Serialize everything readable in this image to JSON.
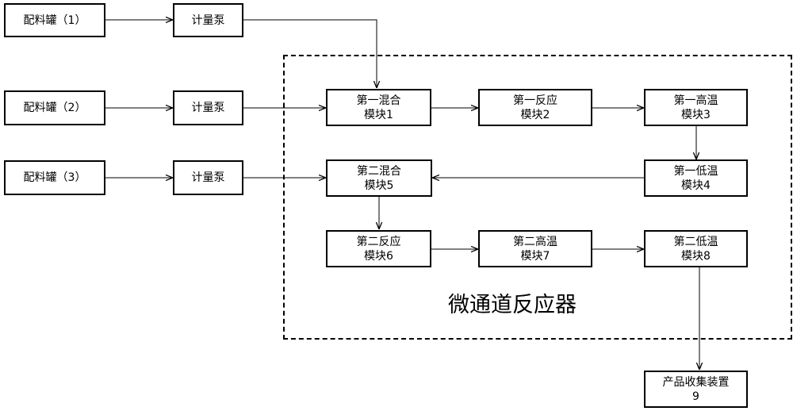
{
  "tanks": [
    {
      "label": "配料罐（1）"
    },
    {
      "label": "配料罐（2）"
    },
    {
      "label": "配料罐（3）"
    }
  ],
  "pumps": [
    {
      "label": "计量泵"
    },
    {
      "label": "计量泵"
    },
    {
      "label": "计量泵"
    }
  ],
  "modules": {
    "m1": {
      "line1": "第一混合",
      "line2": "模块1"
    },
    "m2": {
      "line1": "第一反应",
      "line2": "模块2"
    },
    "m3": {
      "line1": "第一高温",
      "line2": "模块3"
    },
    "m4": {
      "line1": "第一低温",
      "line2": "模块4"
    },
    "m5": {
      "line1": "第二混合",
      "line2": "模块5"
    },
    "m6": {
      "line1": "第二反应",
      "line2": "模块6"
    },
    "m7": {
      "line1": "第二高温",
      "line2": "模块7"
    },
    "m8": {
      "line1": "第二低温",
      "line2": "模块8"
    }
  },
  "reactor": {
    "label": "微通道反应器"
  },
  "collector": {
    "line1": "产品收集装置",
    "line2": "9"
  }
}
